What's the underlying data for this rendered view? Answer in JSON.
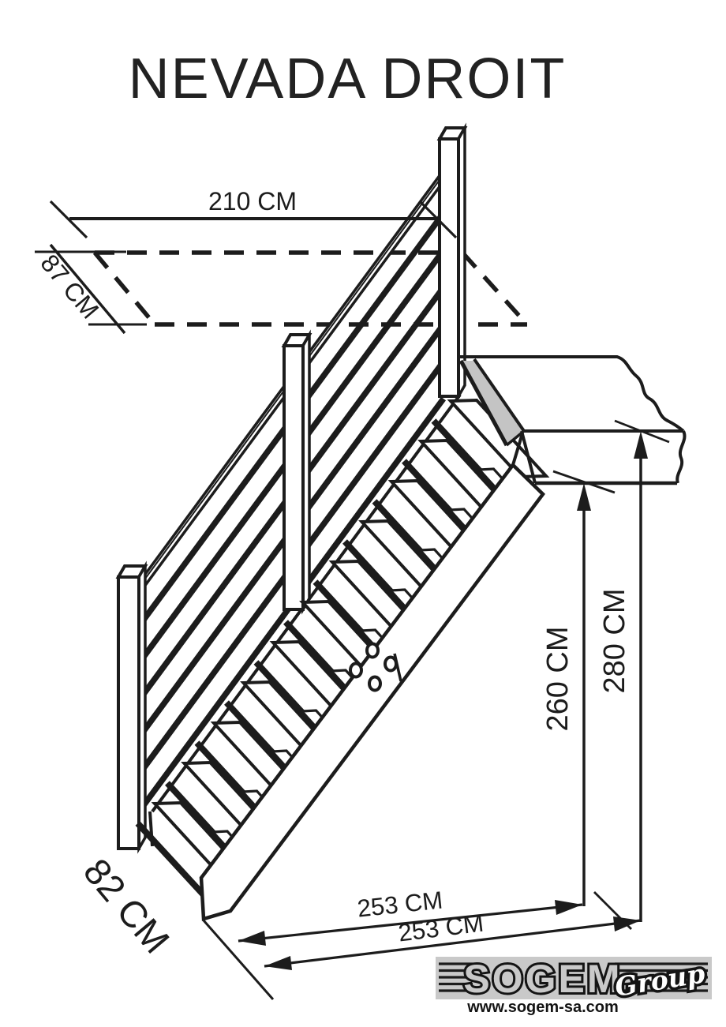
{
  "title": "NEVADA DROIT",
  "dimensions": {
    "opening_length": "210 CM",
    "opening_width": "87 CM",
    "floor_to_ceiling_height": "260 CM",
    "floor_to_floor_height": "280 CM",
    "total_run_upper": "253 CM",
    "total_run_lower": "253 CM",
    "staircase_width": "82 CM"
  },
  "logo": {
    "brand": "SOGEM",
    "group": "Group",
    "website": "www.sogem-sa.com"
  },
  "colors": {
    "ink": "#1c1c1c",
    "shaded_face": "#c4c4c4",
    "logo_background": "#c9c9c9",
    "background": "#ffffff"
  }
}
